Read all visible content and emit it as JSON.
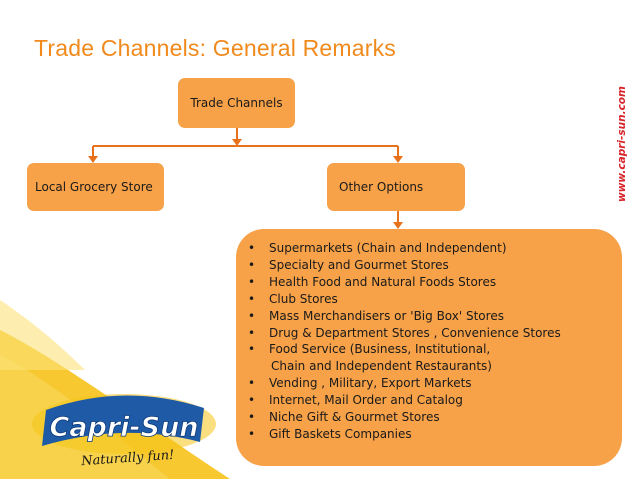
{
  "title": "Trade Channels: General Remarks",
  "diagram": {
    "root": "Trade Channels",
    "left_node": "Local Grocery Store",
    "right_node": "Other Options",
    "options": [
      "Supermarkets (Chain and Independent)",
      "Specialty and Gourmet Stores",
      "Health Food and Natural Foods Stores",
      "Club Stores",
      "Mass Merchandisers or 'Big Box' Stores",
      "Drug & Department Stores , Convenience Stores",
      "Food Service (Business, Institutional,",
      "Vending , Military, Export Markets",
      "Internet, Mail Order and Catalog",
      "Niche Gift & Gourmet Stores",
      "Gift Baskets Companies"
    ],
    "option_continuation": "Chain and Independent Restaurants)"
  },
  "brand": {
    "url": "www.capri-sun.com",
    "logo_text": "Capri-Sun",
    "tagline": "Naturally fun!"
  },
  "colors": {
    "title": "#f08a1c",
    "box": "#f7a148",
    "connector": "#e8711c",
    "logo_blue": "#1f5aa6",
    "accent_yellow": "#f5c518"
  }
}
